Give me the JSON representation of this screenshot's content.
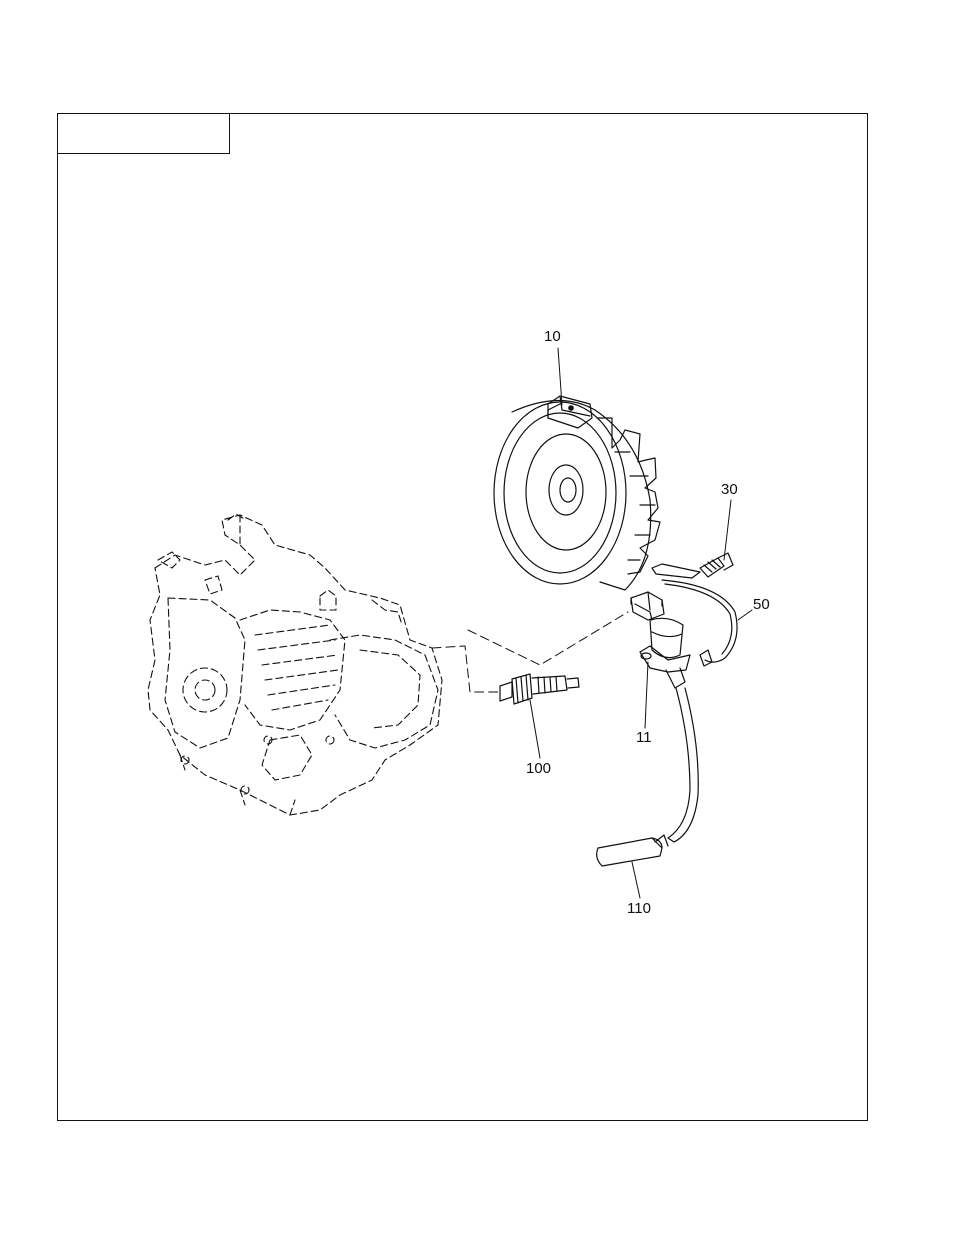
{
  "diagram": {
    "callouts": [
      {
        "id": "10",
        "label": "10"
      },
      {
        "id": "30",
        "label": "30"
      },
      {
        "id": "50",
        "label": "50"
      },
      {
        "id": "11",
        "label": "11"
      },
      {
        "id": "100",
        "label": "100"
      },
      {
        "id": "110",
        "label": "110"
      }
    ],
    "parts": [
      "flywheel",
      "engine-block",
      "spark-plug",
      "ignition-coil",
      "ground-wire",
      "screw",
      "spark-plug-cap"
    ]
  }
}
